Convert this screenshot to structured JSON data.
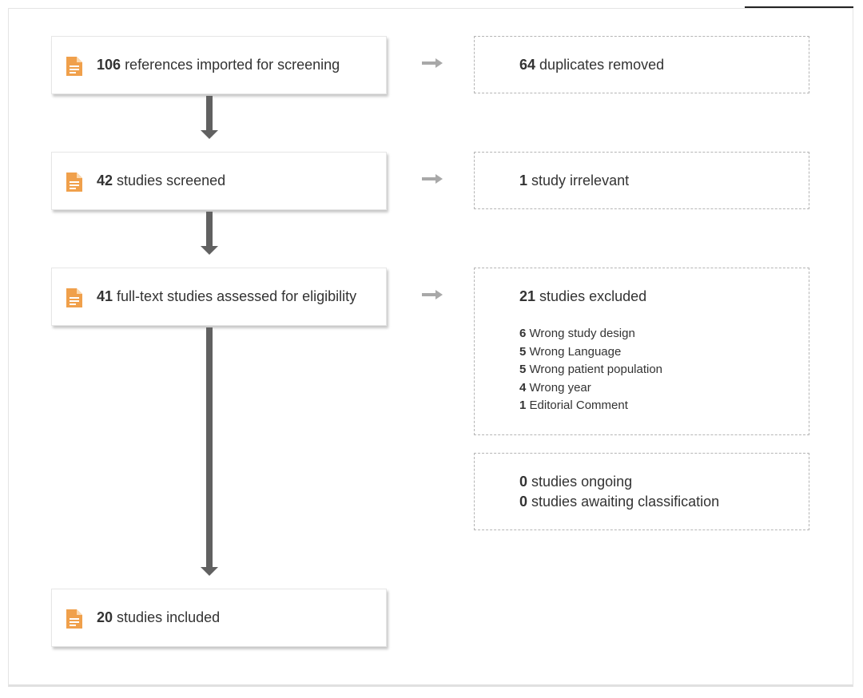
{
  "flow": [
    {
      "count": "106",
      "label": "references imported for screening",
      "side_count": "64",
      "side_label": "duplicates removed"
    },
    {
      "count": "42",
      "label": "studies screened",
      "side_count": "1",
      "side_label": "study irrelevant"
    },
    {
      "count": "41",
      "label": "full-text studies assessed for eligibility",
      "side_count": "21",
      "side_label": "studies excluded"
    },
    {
      "count": "20",
      "label": "studies included"
    }
  ],
  "exclusion_reasons": [
    {
      "count": "6",
      "label": "Wrong study design"
    },
    {
      "count": "5",
      "label": "Wrong Language"
    },
    {
      "count": "5",
      "label": "Wrong patient population"
    },
    {
      "count": "4",
      "label": "Wrong year"
    },
    {
      "count": "1",
      "label": "Editorial Comment"
    }
  ],
  "other": [
    {
      "count": "0",
      "label": "studies ongoing"
    },
    {
      "count": "0",
      "label": "studies awaiting classification"
    }
  ],
  "colors": {
    "doc_icon": "#f0a04b",
    "arrow": "#616161",
    "side_arrow": "#a8a8a8",
    "dashed_border": "#b5b5b5"
  },
  "icons": {
    "card": "document-icon",
    "horizontal": "arrow-right-icon",
    "vertical": "arrow-down-icon"
  }
}
